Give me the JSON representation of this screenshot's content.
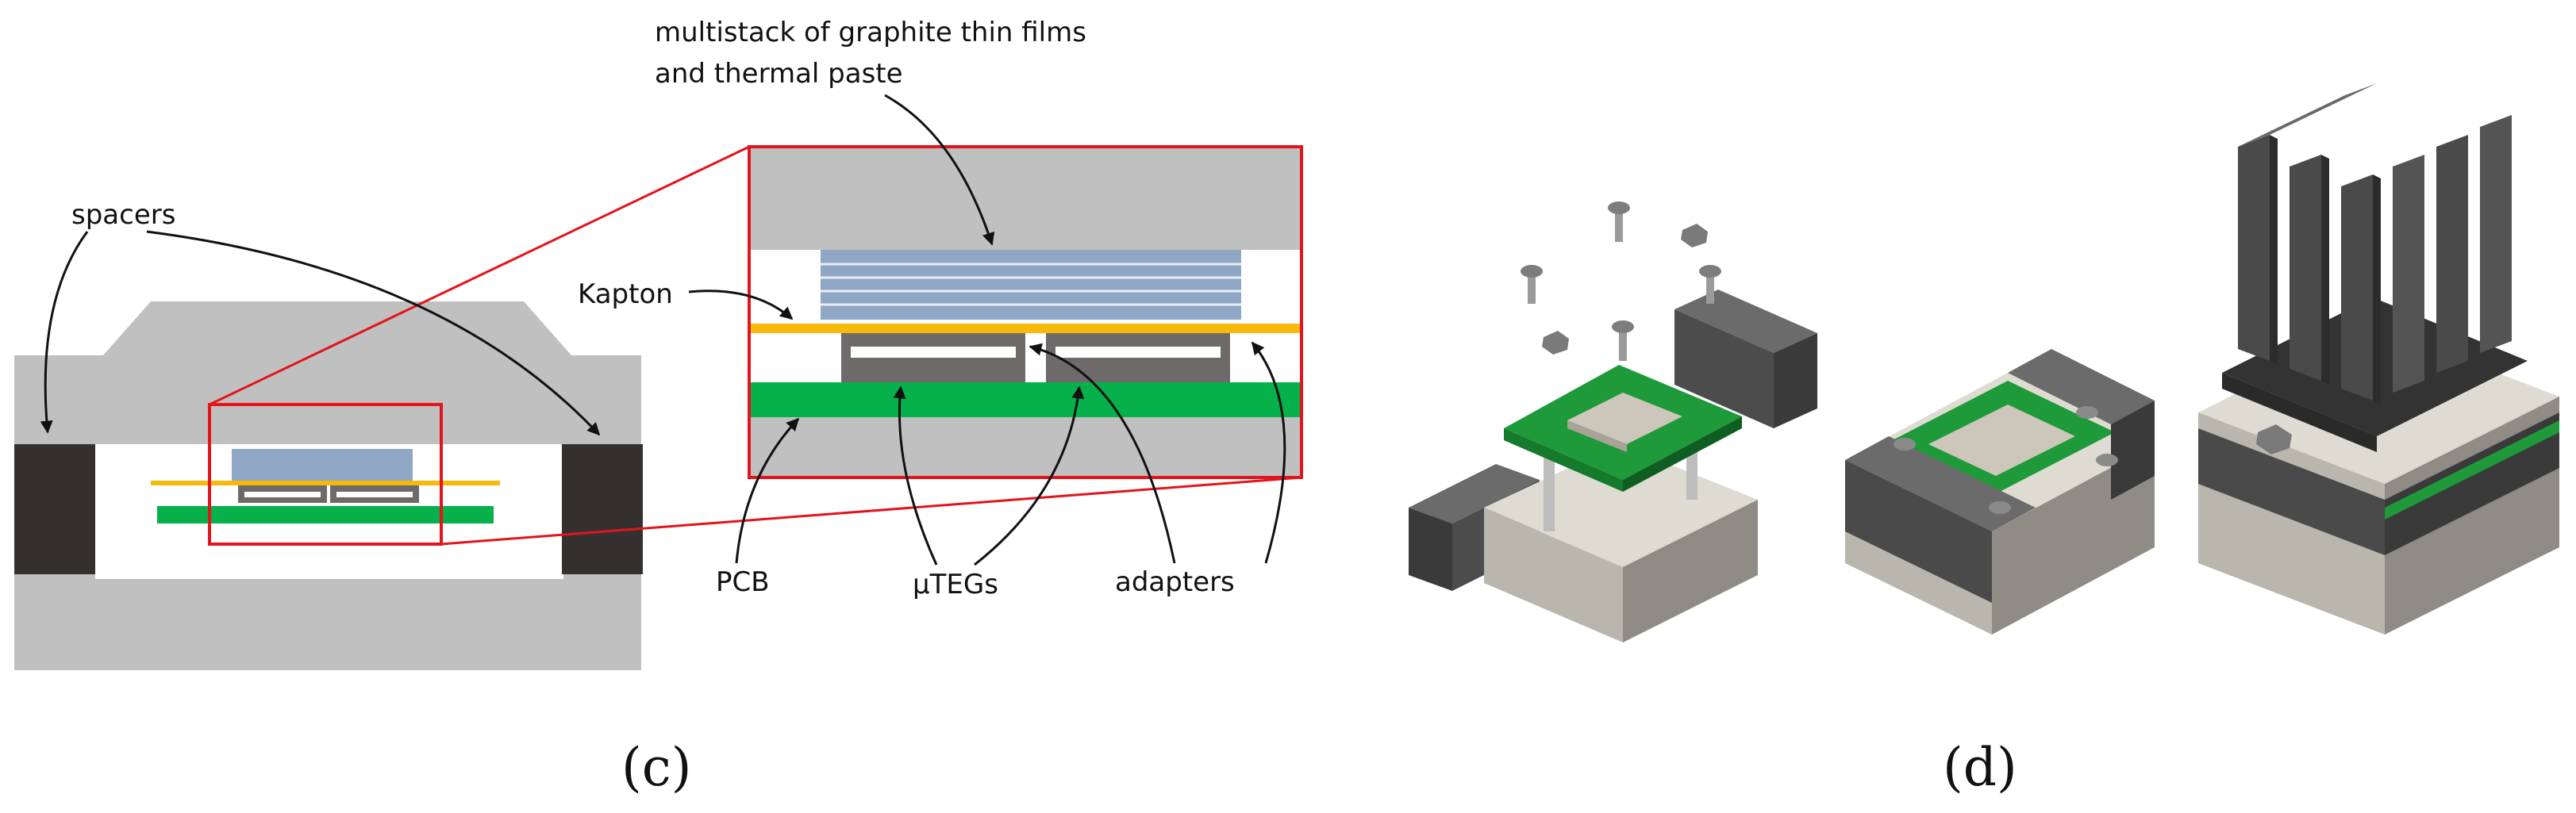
{
  "panel_c": {
    "caption": "(c)",
    "labels": {
      "spacers": "spacers",
      "multistack_line1": "multistack of graphite thin films",
      "multistack_line2": "and thermal paste",
      "kapton": "Kapton",
      "pcb": "PCB",
      "uteg": "µTEGs",
      "adapters": "adapters"
    }
  },
  "panel_d": {
    "caption": "(d)"
  },
  "colors": {
    "housing": "#c0c0c0",
    "spacer": "#353030",
    "graphite": "#8fa6c4",
    "graphite_line": "#e8eef6",
    "kapton": "#f7b90c",
    "pcb": "#06b04a",
    "adapter": "#6f6a6a",
    "zoom": "#e3141b",
    "metal_light": "#dedbd2",
    "metal_mid": "#b9b6ad",
    "metal_dark": "#8f8c85",
    "dark_block_top": "#6b6b6b",
    "dark_block_side": "#3a3a3a",
    "heatsink": "#4a4a4a"
  }
}
